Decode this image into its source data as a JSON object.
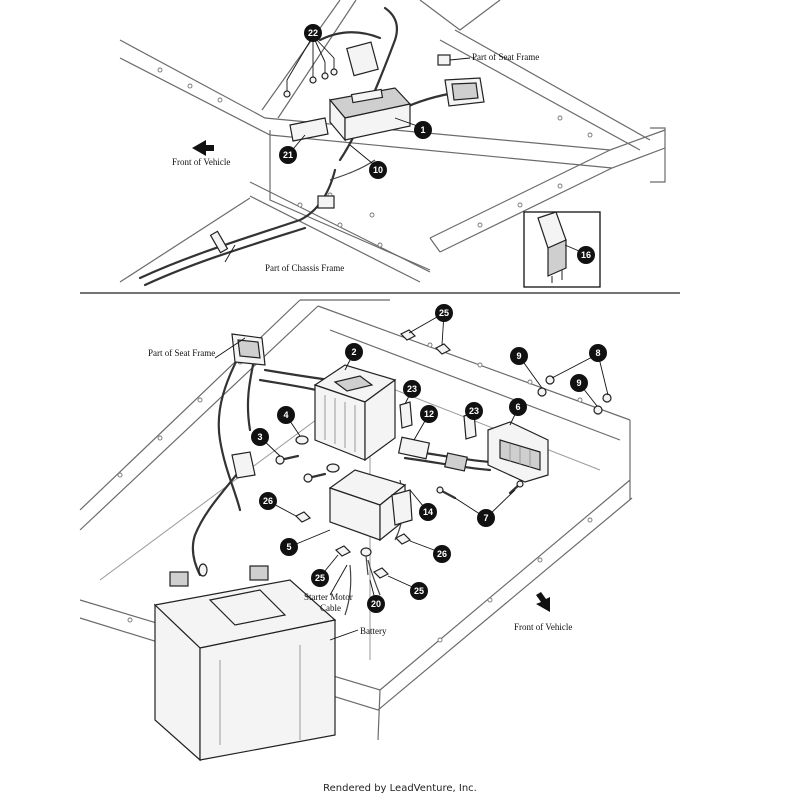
{
  "labels": {
    "seat_frame_top": "Part of Seat Frame",
    "front_top": "Front of Vehicle",
    "chassis_frame": "Part of Chassis Frame",
    "seat_frame_bottom": "Part of Seat Frame",
    "starter_motor_cable_line1": "Starter Motor",
    "starter_motor_cable_line2": "Cable",
    "battery": "Battery",
    "front_bottom": "Front of Vehicle"
  },
  "callouts": {
    "c22": "22",
    "c1": "1",
    "c21": "21",
    "c10": "10",
    "c16": "16",
    "c25a": "25",
    "c2": "2",
    "c9a": "9",
    "c8": "8",
    "c9b": "9",
    "c4": "4",
    "c23a": "23",
    "c12": "12",
    "c23b": "23",
    "c6": "6",
    "c3": "3",
    "c26a": "26",
    "c14": "14",
    "c7": "7",
    "c5": "5",
    "c26b": "26",
    "c25b": "25",
    "c20": "20",
    "c25c": "25"
  },
  "footer": "Rendered by LeadVenture, Inc."
}
